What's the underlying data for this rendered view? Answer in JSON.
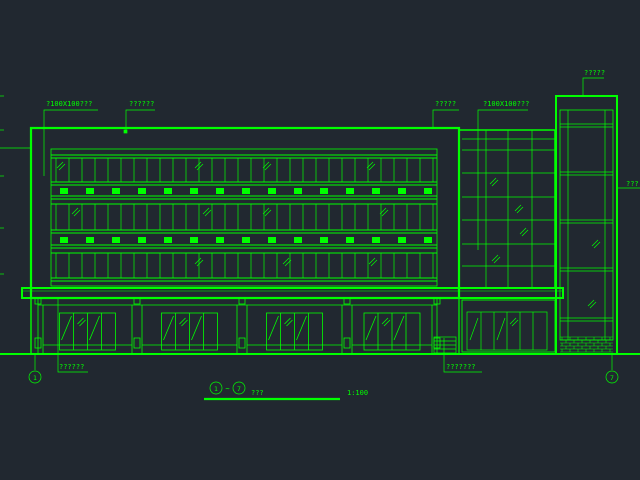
{
  "colors": {
    "background": "#212830",
    "line": "#00ff00",
    "accent": "#1fd11f"
  },
  "labels": {
    "top_left_size": "?100X100???",
    "top_left_name": "??????",
    "top_right_name": "?????",
    "top_right_size": "?100X100???",
    "tower_top": "?????",
    "right_side": "???",
    "bottom_left": "??????",
    "bottom_right": "???????",
    "title_text": "???",
    "scale": "1:100"
  },
  "axes": {
    "left": "1",
    "right": "7",
    "title_start": "1",
    "title_end": "7",
    "title_sep": "~"
  }
}
